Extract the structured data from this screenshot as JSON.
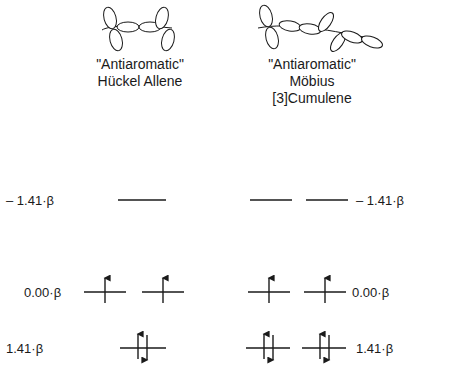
{
  "diagram": {
    "labels": [
      "\"Antiaromatic\" Hückel Allene",
      "\"Antiaromatic\" Möbius [3]Cumulene",
      "– 1.41·β",
      "0.00·β",
      "1.41·β",
      "– 1.41·β",
      "0.00·β",
      "1.41·β"
    ]
  }
}
